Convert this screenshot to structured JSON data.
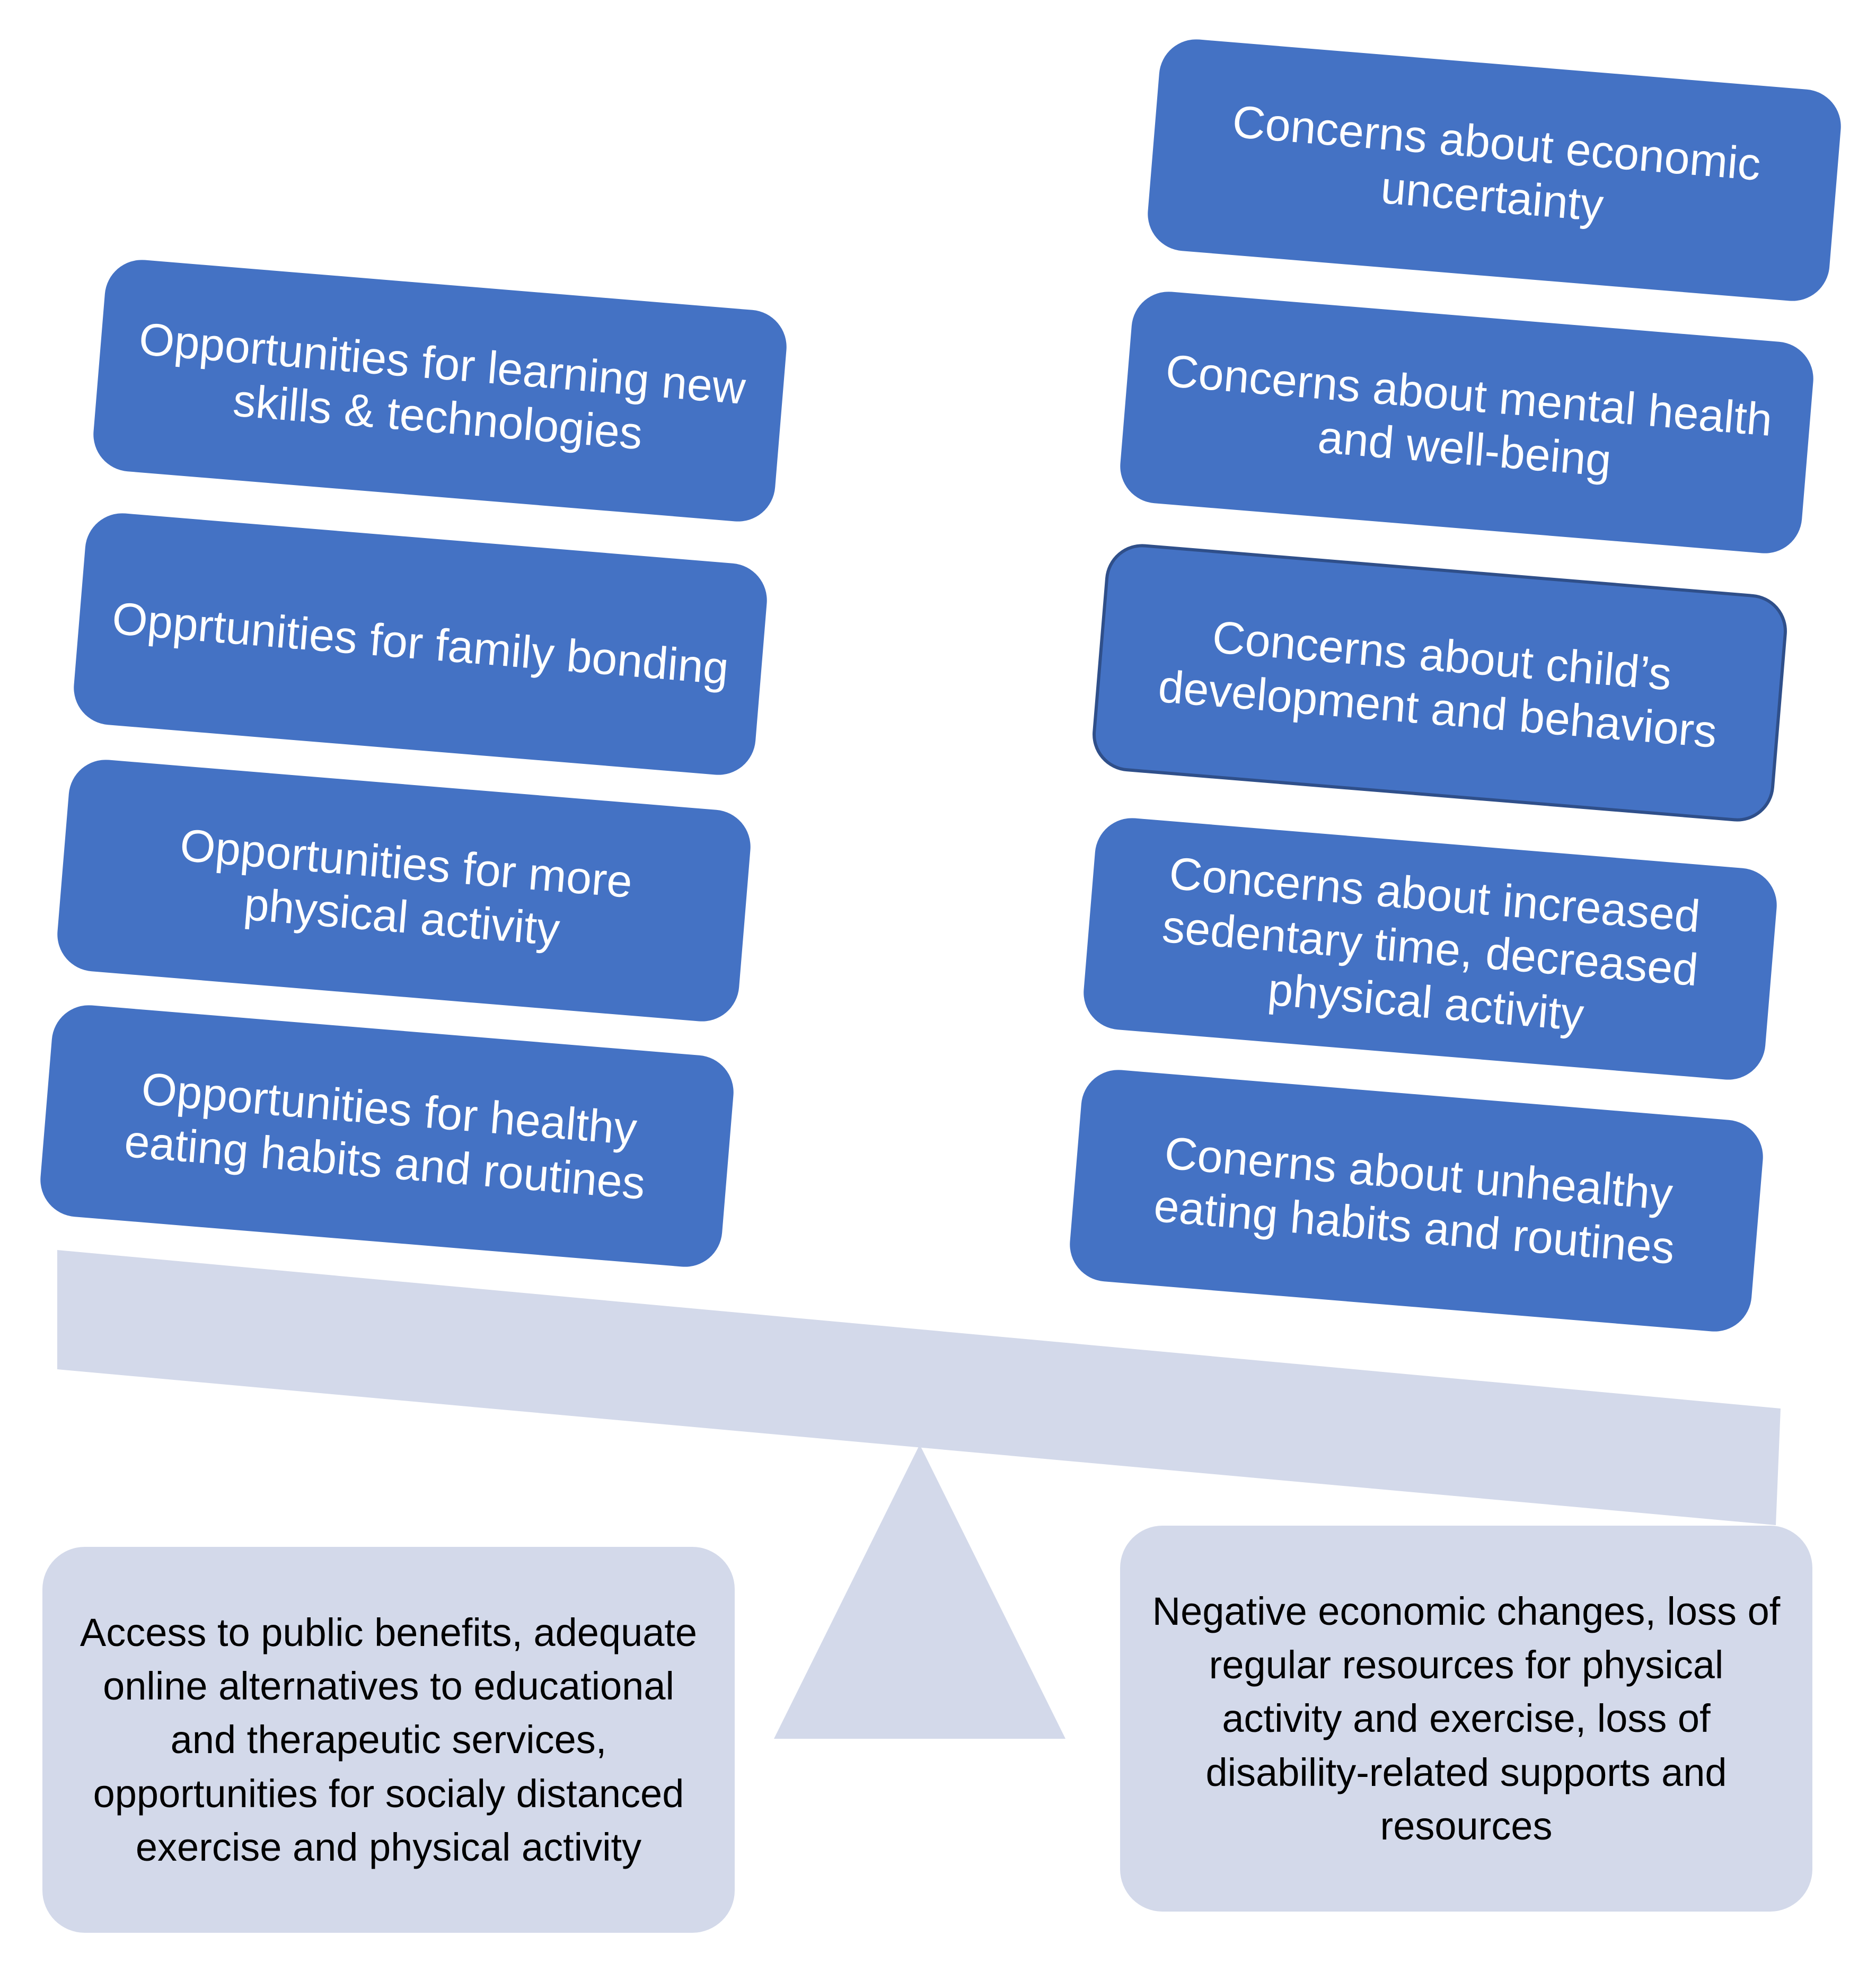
{
  "opportunities": [
    {
      "text": "Opportunities for learning new skills & technologies"
    },
    {
      "text": "Opprtunities for family bonding"
    },
    {
      "text": "Opportunities for more physical activity"
    },
    {
      "text": "Opportunities for healthy eating habits and routines"
    }
  ],
  "concerns": [
    {
      "text": "Concerns about economic uncertainty"
    },
    {
      "text": "Concerns about mental health and well-being"
    },
    {
      "text": "Concerns about child’s development and behaviors"
    },
    {
      "text": "Concerns about increased sedentary time, decreased physical activity"
    },
    {
      "text": "Conerns about unhealthy eating habits and routines"
    }
  ],
  "supports": {
    "text": "Access to public benefits, adequate online alternatives to educational and therapeutic services, opportunities for socialy distanced exercise and physical activity"
  },
  "barriers": {
    "text": "Negative economic changes, loss of regular resources for physical activity and exercise, loss of disability-related supports and resources"
  },
  "colors": {
    "box_fill": "#4472c4",
    "box_text": "#ffffff",
    "pale_fill": "#d3d9ea",
    "pale_text": "#000000",
    "outline": "#2f4f8a"
  }
}
